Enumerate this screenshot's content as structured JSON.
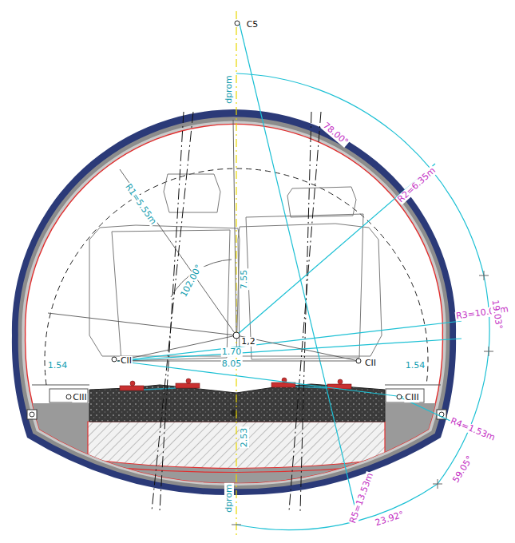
{
  "diagram": {
    "labels": [
      "C5",
      "dprom",
      "78.00°",
      "R2=6.35m",
      "R1=5.55m",
      "102.00°",
      "7.55",
      "1,2",
      "1.70",
      "8.05",
      "1.54",
      "1.54",
      "CII",
      "CII",
      "CIII",
      "CIII",
      "R3=10.00m",
      "19.03°",
      "R4=1.53m",
      "59.05°",
      "R5=13.53m",
      "23.92°",
      "2.53",
      "dprom"
    ]
  }
}
